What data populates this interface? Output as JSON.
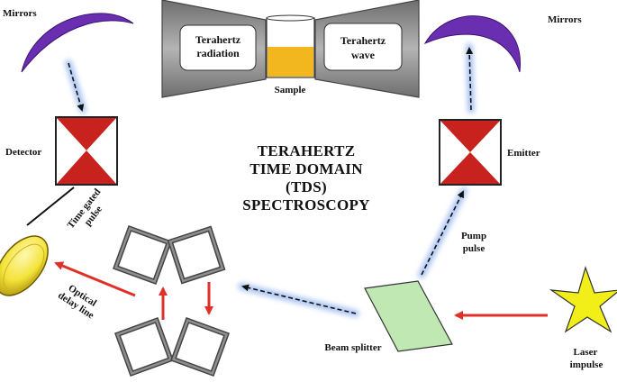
{
  "title_lines": [
    "TERAHERTZ",
    "TIME DOMAIN",
    "(TDS)",
    "SPECTROSCOPY"
  ],
  "labels": {
    "mirrors_left": "Mirrors",
    "mirrors_right": "Mirrors",
    "detector": "Detector",
    "emitter": "Emitter",
    "sample": "Sample",
    "terahertz_radiation_1": "Terahertz",
    "terahertz_radiation_2": "radiation",
    "terahertz_wave_1": "Terahertz",
    "terahertz_wave_2": "wave",
    "time_gated_1": "Time gated",
    "time_gated_2": "pulse",
    "optical_delay_1": "Optical",
    "optical_delay_2": "delay line",
    "pump_pulse_1": "Pump",
    "pump_pulse_2": "pulse",
    "beam_splitter": "Beam splitter",
    "laser_impulse_1": "Laser",
    "laser_impulse_2": "impulse"
  },
  "colors": {
    "mirror": "#6a2fb0",
    "hourglass": "#c8221f",
    "beam_glow": "#aac4f2",
    "arrow_red": "#e0302a",
    "sample_liquid": "#f2b61f",
    "chamber_gray": "#9a9a9a",
    "beam_splitter": "#bfe8b3",
    "star": "#f2ee17",
    "lens": "#f4e33a"
  }
}
